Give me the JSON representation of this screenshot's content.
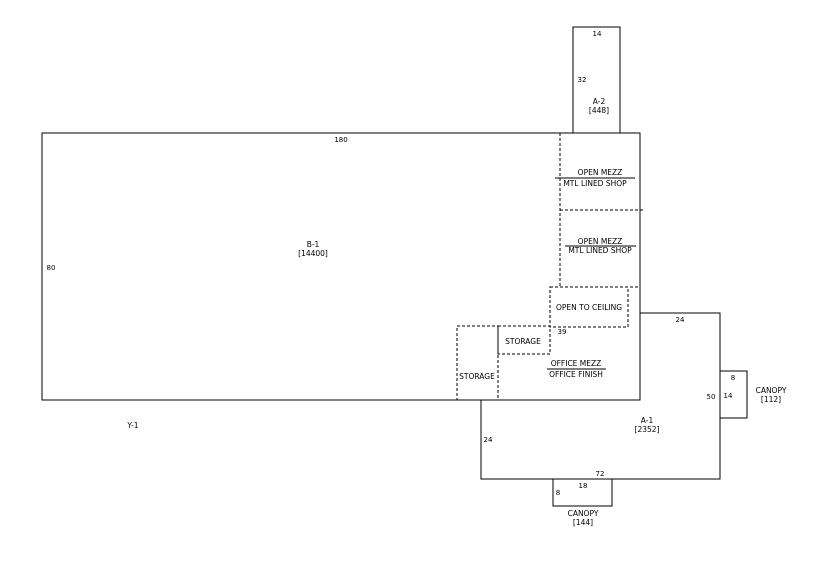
{
  "areas": {
    "b1": {
      "name": "B-1",
      "area": "[14400]",
      "dim_width": "180",
      "dim_depth": "80"
    },
    "a2": {
      "name": "A-2",
      "area": "[448]",
      "dim_width": "14",
      "dim_depth": "32"
    },
    "a1": {
      "name": "A-1",
      "area": "[2352]",
      "dim_width": "72",
      "dim_top": "24",
      "dim_left": "24",
      "dim_right": "50",
      "dim_inner": "39"
    },
    "canopy_right": {
      "name": "CANOPY",
      "area": "[112]",
      "dim_width": "8",
      "dim_depth": "14"
    },
    "canopy_bottom": {
      "name": "CANOPY",
      "area": "[144]",
      "dim_width": "18",
      "dim_depth": "8"
    },
    "y1": {
      "name": "Y-1"
    }
  },
  "zones": {
    "mezz1": {
      "top": "OPEN MEZZ",
      "bottom": "MTL LINED SHOP"
    },
    "mezz2": {
      "top": "OPEN MEZZ",
      "bottom": "MTL LINED SHOP"
    },
    "open_ceiling": "OPEN TO CEILING",
    "storage_upper": "STORAGE",
    "storage_lower": "STORAGE",
    "office": {
      "top": "OFFICE MEZZ",
      "bottom": "OFFICE FINISH"
    }
  }
}
